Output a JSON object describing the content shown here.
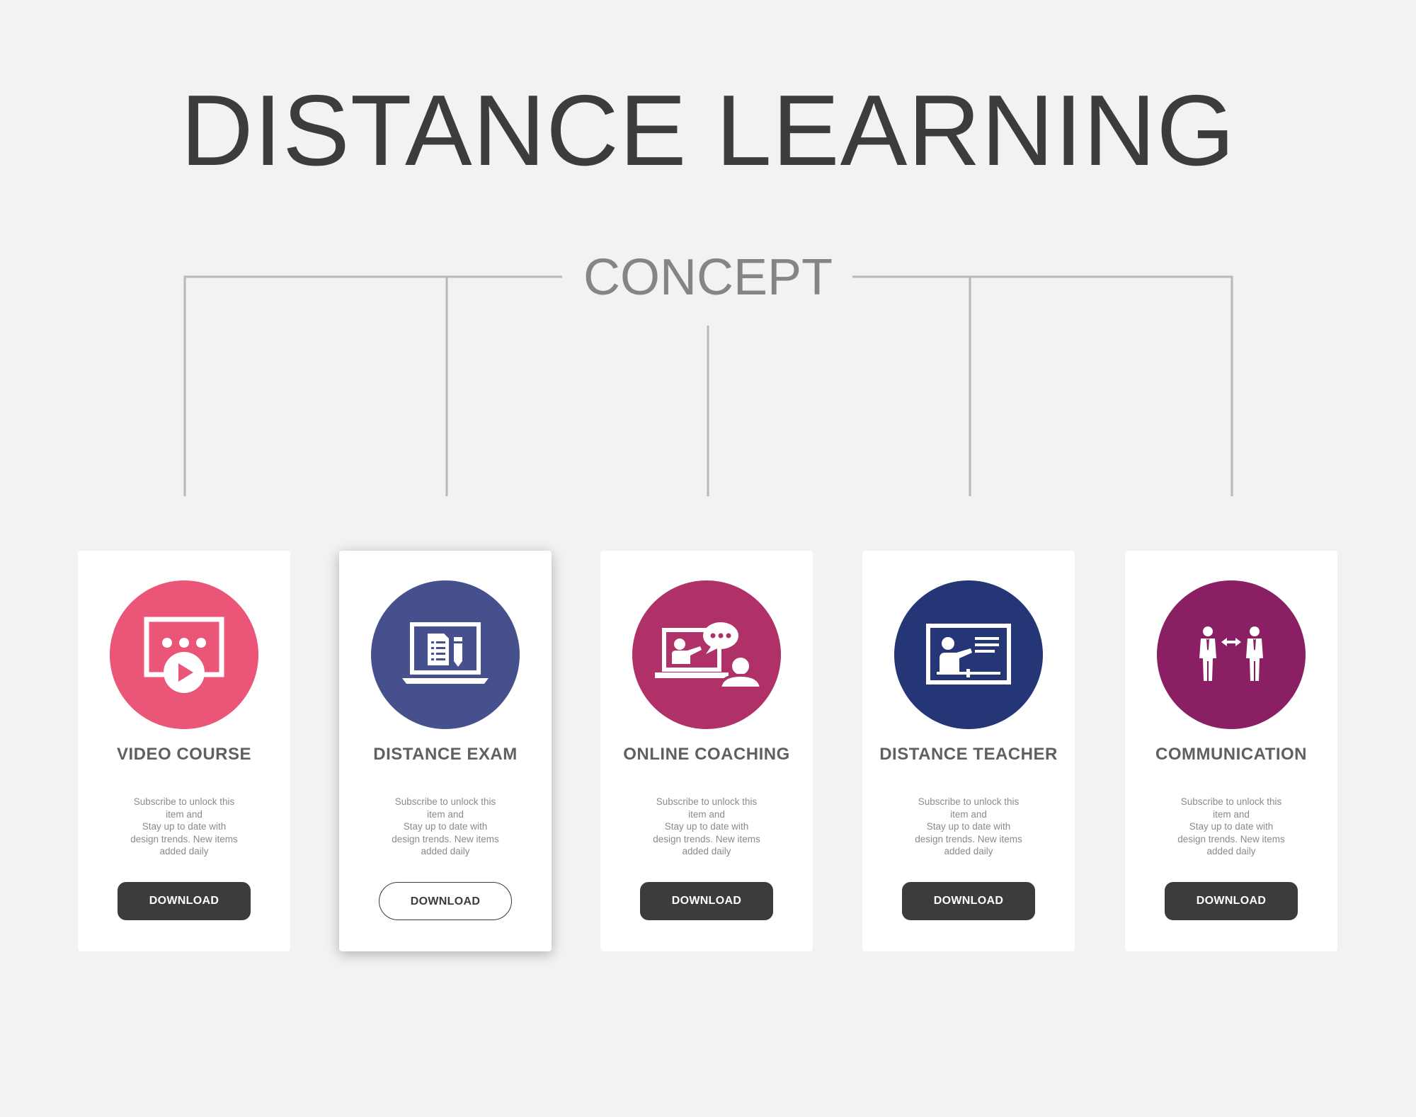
{
  "title": "DISTANCE LEARNING",
  "subtitle": "CONCEPT",
  "colors": {
    "background": "#f2f2f2",
    "line": "#b8b8ba",
    "button_dark": "#3c3c3e",
    "title_text": "#3c3c3e",
    "subtitle_text": "#858587"
  },
  "cards": [
    {
      "title": "VIDEO COURSE",
      "icon": "video-player-icon",
      "color": "#eb5577",
      "desc": [
        "Subscribe to unlock this",
        "item and",
        "Stay up to date with",
        "design trends. New items",
        "added daily"
      ],
      "button": "DOWNLOAD",
      "button_style": "filled"
    },
    {
      "title": "DISTANCE EXAM",
      "icon": "laptop-exam-icon",
      "color": "#45508d",
      "desc": [
        "Subscribe to unlock this",
        "item and",
        "Stay up to date with",
        "design trends. New items",
        "added daily"
      ],
      "button": "DOWNLOAD",
      "button_style": "outline"
    },
    {
      "title": "ONLINE COACHING",
      "icon": "online-coaching-icon",
      "color": "#b03068",
      "desc": [
        "Subscribe to unlock this",
        "item and",
        "Stay up to date with",
        "design trends. New items",
        "added daily"
      ],
      "button": "DOWNLOAD",
      "button_style": "filled"
    },
    {
      "title": "DISTANCE TEACHER",
      "icon": "teacher-screen-icon",
      "color": "#243676",
      "desc": [
        "Subscribe to unlock this",
        "item and",
        "Stay up to date with",
        "design trends. New items",
        "added daily"
      ],
      "button": "DOWNLOAD",
      "button_style": "filled"
    },
    {
      "title": "COMMUNICATION",
      "icon": "people-communication-icon",
      "color": "#8a1f63",
      "desc": [
        "Subscribe to unlock this",
        "item and",
        "Stay up to date with",
        "design trends. New items",
        "added daily"
      ],
      "button": "DOWNLOAD",
      "button_style": "filled"
    }
  ]
}
